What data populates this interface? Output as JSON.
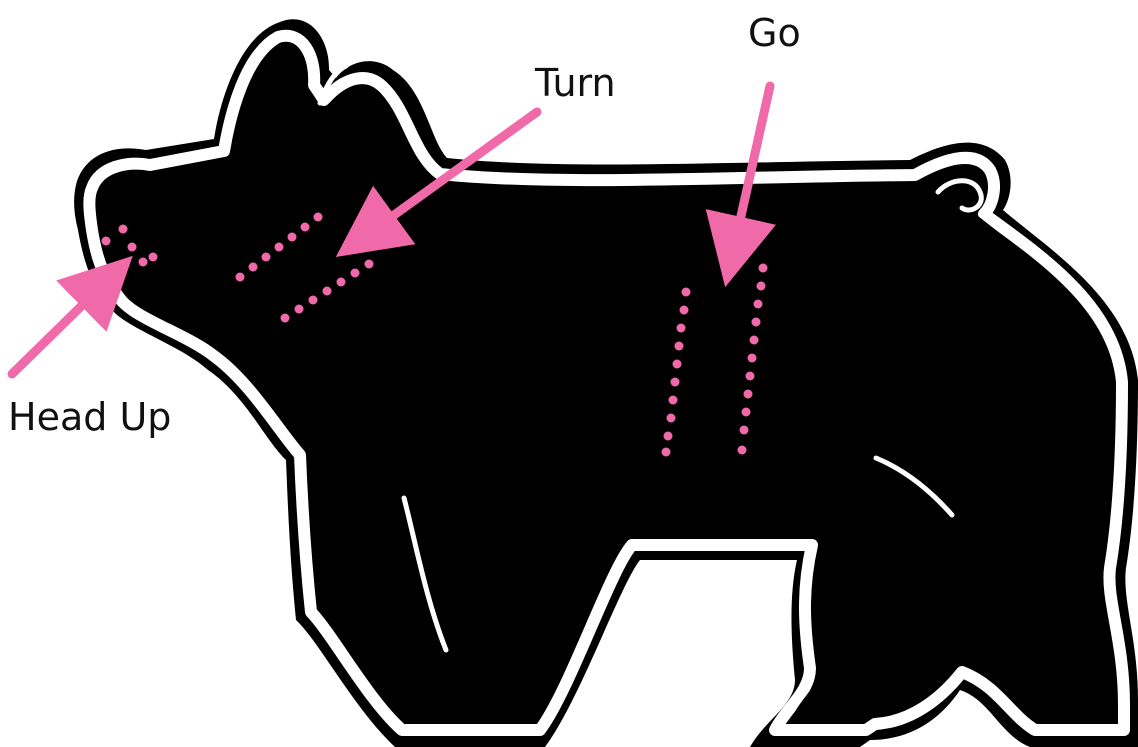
{
  "labels": {
    "go": "Go",
    "turn": "Turn",
    "head_up": "Head Up"
  },
  "colors": {
    "pig_body": "#000000",
    "pig_outline": "#ffffff",
    "marker": "#f06aa9",
    "background": "#ffffff",
    "text": "#111111"
  },
  "icons": {
    "figure": "pig-silhouette",
    "pointer": "arrow"
  }
}
